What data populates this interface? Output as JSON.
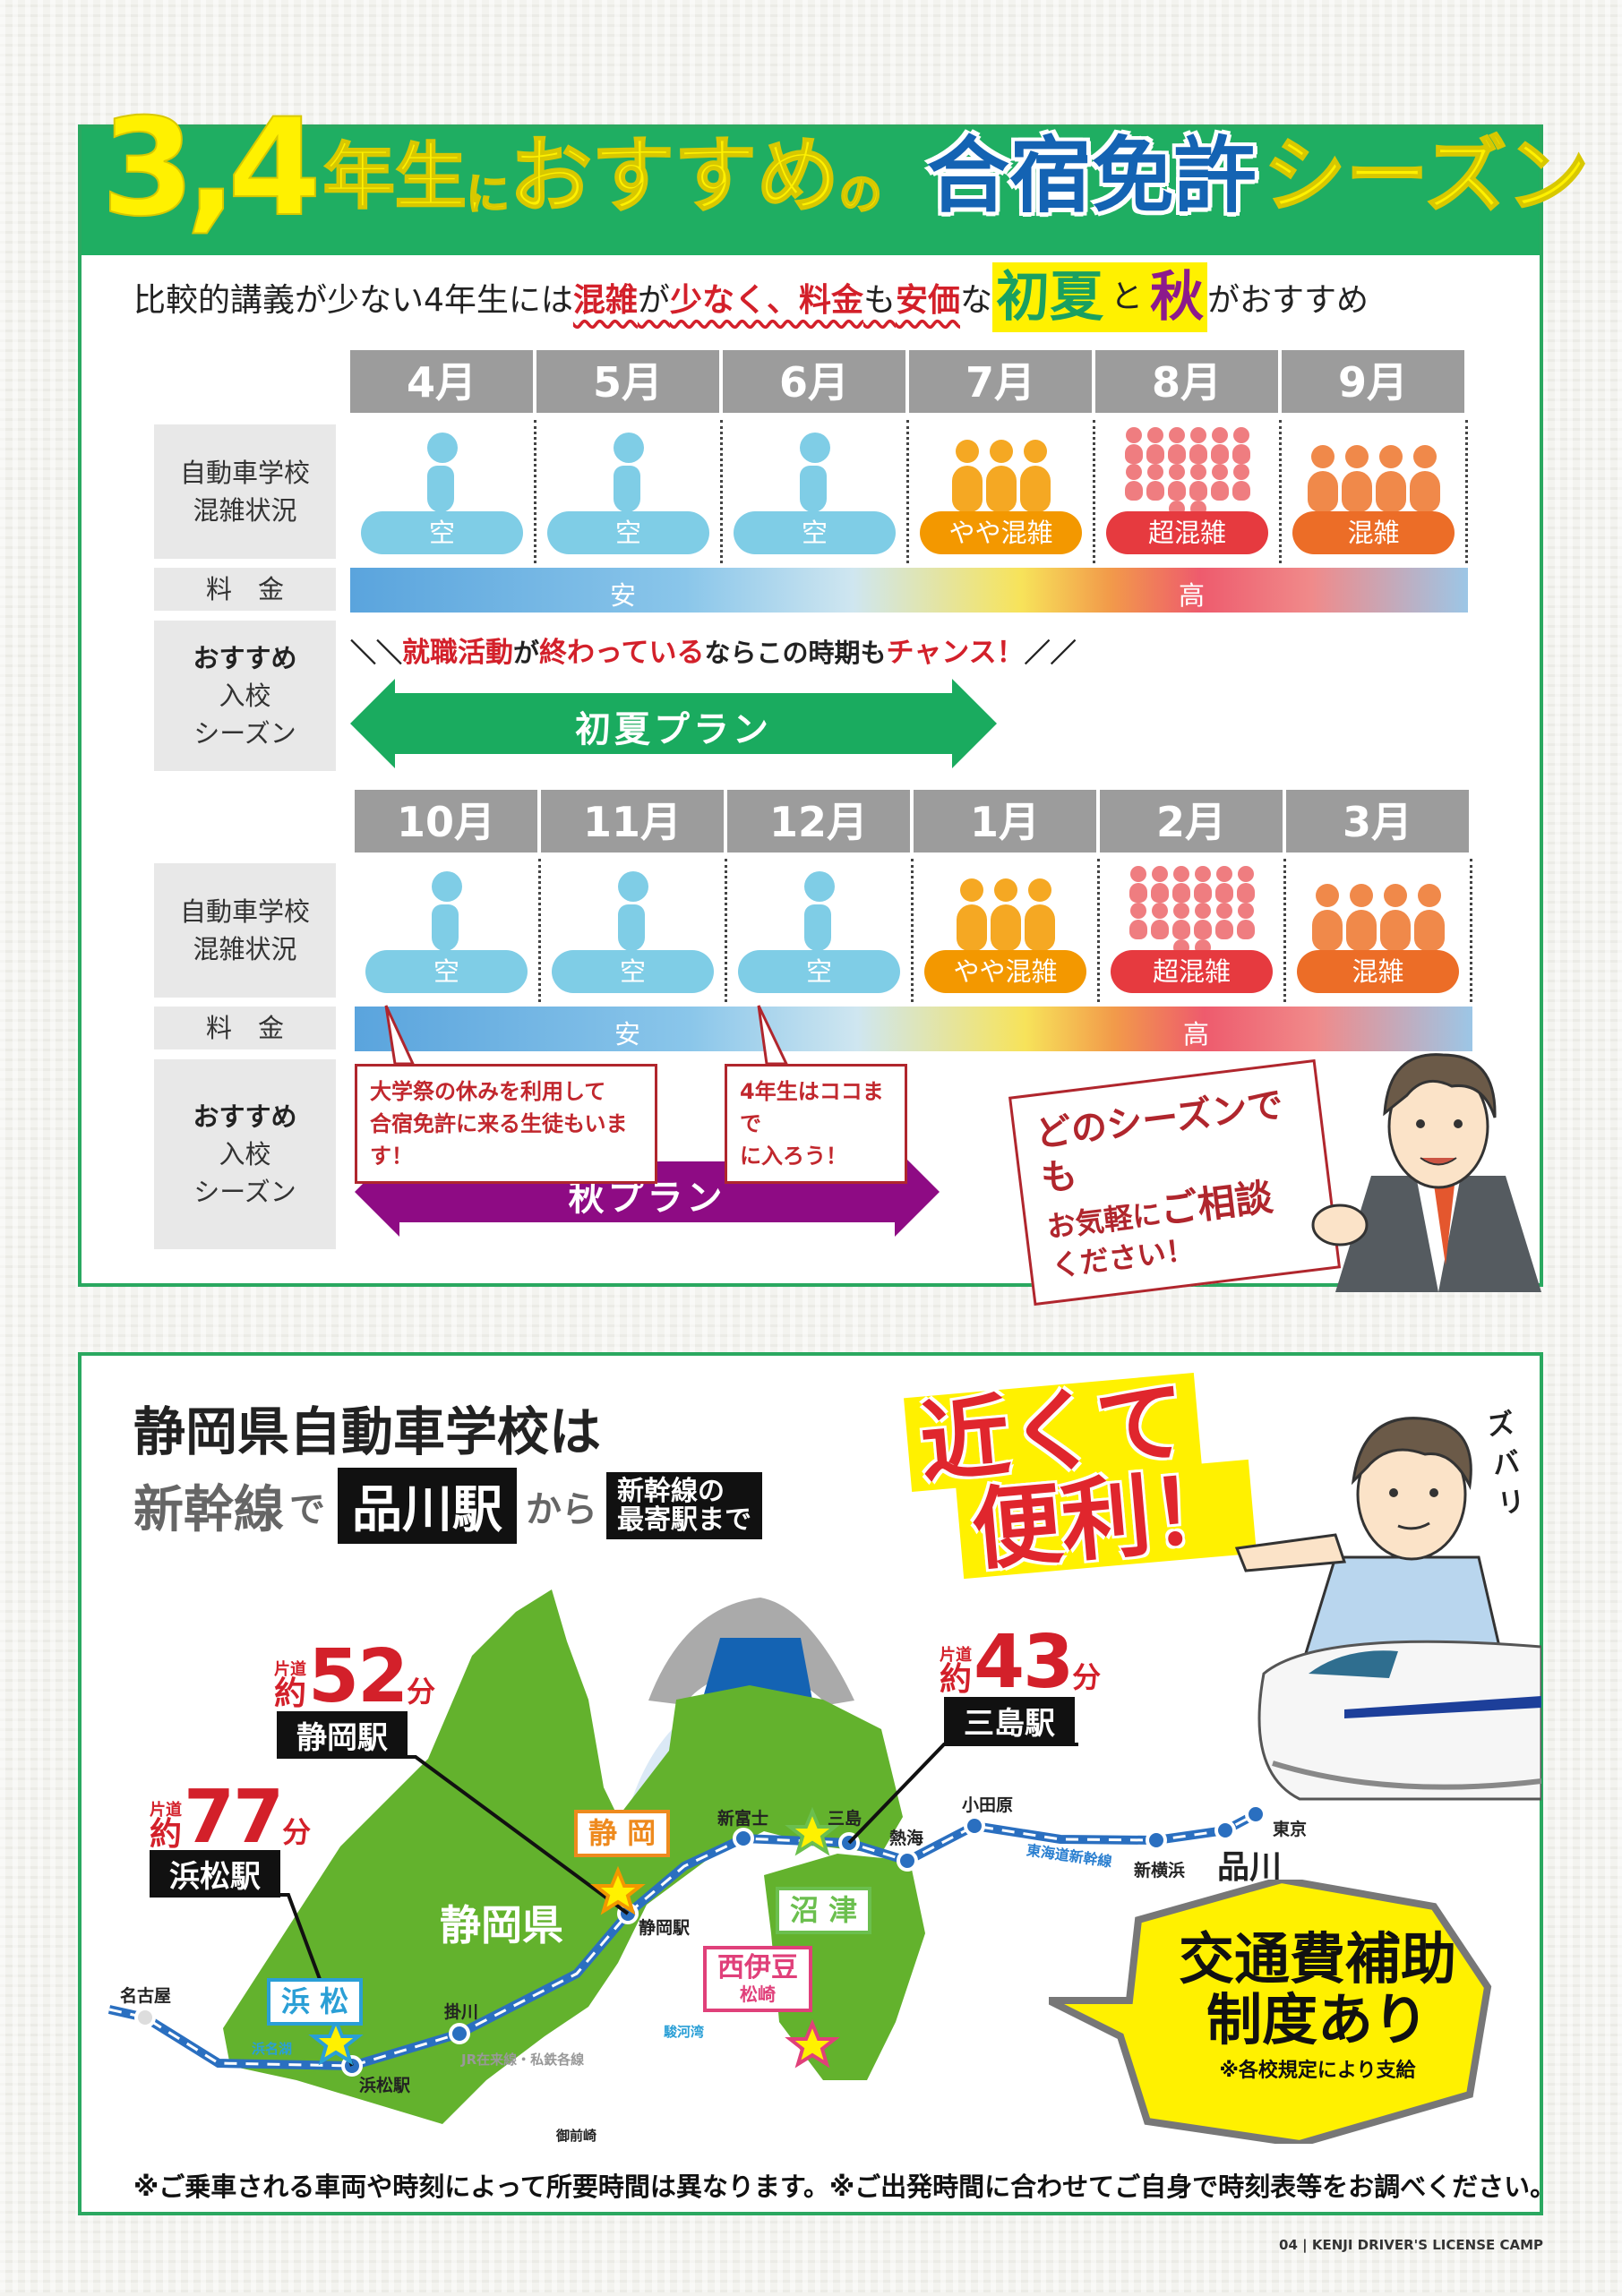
{
  "header": {
    "num": "3,4",
    "a": "年生",
    "b": "に",
    "c": "おすすめ",
    "d": "の",
    "e": "合宿免許",
    "f": "シーズン"
  },
  "subtitle": [
    "比較的講義が少ない4年生には",
    "混雑",
    "が",
    "少なく、料金",
    "も",
    "安価",
    "な",
    "初夏",
    "と",
    "秋",
    "がおすすめ"
  ],
  "labels": {
    "congestion": [
      "自動車学校",
      "混雑状況"
    ],
    "price": "料　金",
    "recommend": [
      "おすすめ",
      "入校",
      "シーズン"
    ]
  },
  "levels": {
    "empty": "空",
    "slight": "やや混雑",
    "very": "超混雑",
    "busy": "混雑"
  },
  "halves": [
    {
      "months": [
        {
          "label": "4月",
          "level": "empty"
        },
        {
          "label": "5月",
          "level": "empty"
        },
        {
          "label": "6月",
          "level": "empty"
        },
        {
          "label": "7月",
          "level": "slight"
        },
        {
          "label": "8月",
          "level": "very"
        },
        {
          "label": "9月",
          "level": "busy"
        }
      ],
      "price_low": "安",
      "price_high": "高",
      "plan": "初夏プラン",
      "plan_color": "#1aab5f"
    },
    {
      "months": [
        {
          "label": "10月",
          "level": "empty"
        },
        {
          "label": "11月",
          "level": "empty"
        },
        {
          "label": "12月",
          "level": "empty"
        },
        {
          "label": "1月",
          "level": "slight"
        },
        {
          "label": "2月",
          "level": "very"
        },
        {
          "label": "3月",
          "level": "busy"
        }
      ],
      "price_low": "安",
      "price_high": "高",
      "plan": "秋プラン",
      "plan_color": "#8e0b84"
    }
  ],
  "chance": [
    "＼＼",
    "就職活動",
    "が",
    "終わっている",
    "ならこの時期も",
    "チャンス！",
    "／／"
  ],
  "callouts": [
    [
      "大学祭の休みを利用して",
      "合宿免許に来る生徒もいます！"
    ],
    [
      "4年生はココまで",
      "に入ろう！"
    ]
  ],
  "bubble": [
    "どのシーズンでも",
    "お気軽に",
    "ご相談",
    "ください！"
  ],
  "access": {
    "line1": "静岡県自動車学校は",
    "shinkansen": "新幹線",
    "de": "で",
    "shinagawa": "品川駅",
    "kara": "から",
    "nearest": [
      "新幹線の",
      "最寄駅まで"
    ],
    "near1": "近くて",
    "near2": "便利！",
    "zubari": "ズバリ"
  },
  "times": [
    {
      "prefix": "片道",
      "approx": "約",
      "minutes": "52",
      "unit": "分",
      "station": "静岡駅"
    },
    {
      "prefix": "片道",
      "approx": "約",
      "minutes": "77",
      "unit": "分",
      "station": "浜松駅"
    },
    {
      "prefix": "片道",
      "approx": "約",
      "minutes": "43",
      "unit": "分",
      "station": "三島駅"
    }
  ],
  "map": {
    "prefecture": "静岡県",
    "stations": [
      "名古屋",
      "浜松駅",
      "掛川",
      "静岡駅",
      "新富士",
      "三島",
      "熱海",
      "小田原",
      "新横浜",
      "品川",
      "東京"
    ],
    "tags": [
      "静 岡",
      "沼 津",
      "西伊豆",
      "松崎",
      "浜 松"
    ],
    "places": [
      "浜名湖",
      "JR在来線・私鉄各線",
      "駿河湾",
      "御前崎",
      "東海道新幹線"
    ]
  },
  "subsidy": {
    "line1": "交通費補助",
    "line2": "制度あり",
    "note": "※各校規定により支給"
  },
  "footnote": "※ご乗車される車両や時刻によって所要時間は異なります。※ご出発時間に合わせてご自身で時刻表等をお調べください。",
  "page": "04 | KENJI DRIVER'S LICENSE CAMP"
}
